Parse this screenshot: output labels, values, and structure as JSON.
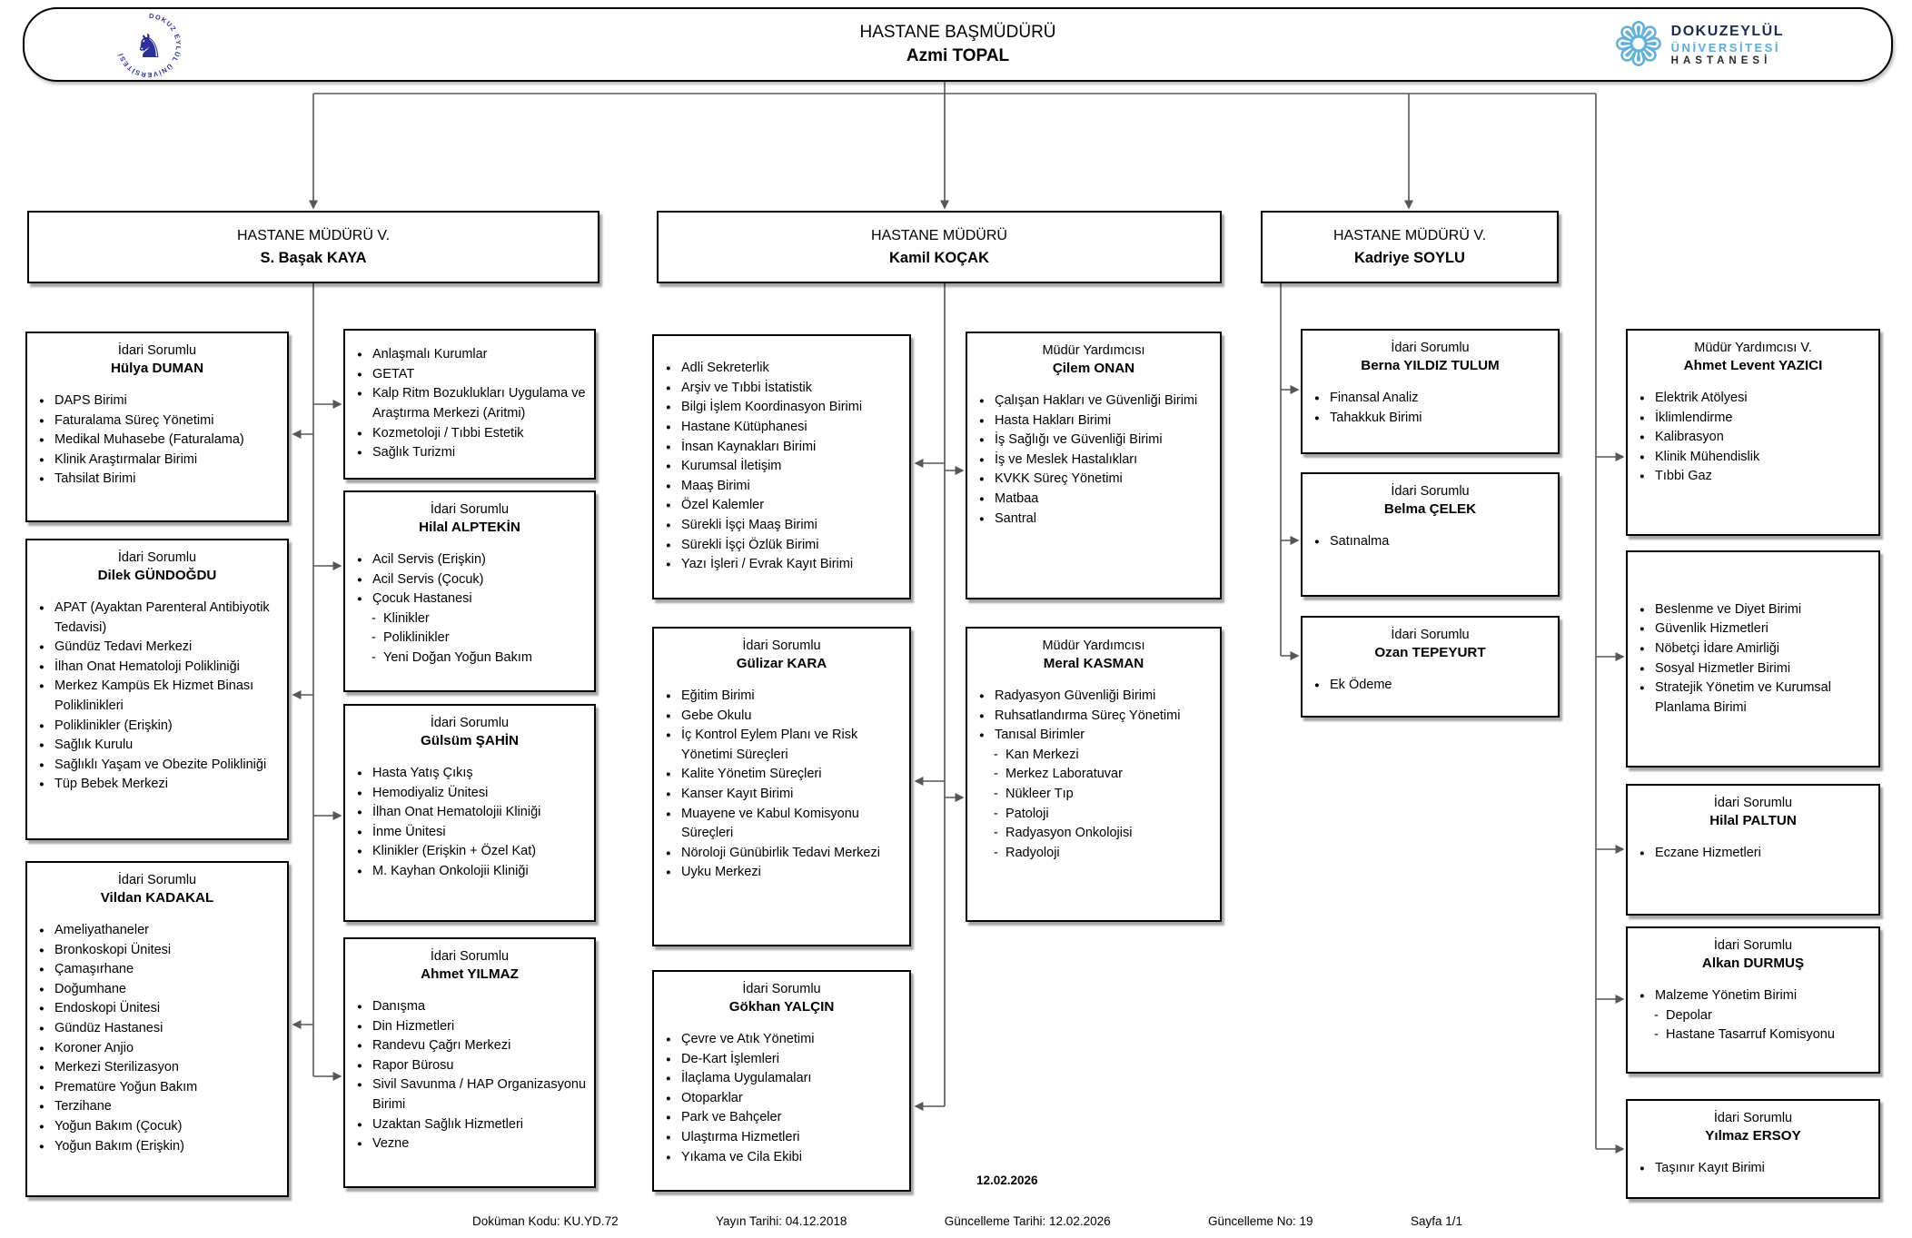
{
  "page": {
    "title_role": "HASTANE BAŞMÜDÜRÜ",
    "title_name": "Azmi TOPAL",
    "date_stamp": "12.02.2026"
  },
  "icons": {
    "horse": "♞",
    "rosette": "❁"
  },
  "logos": {
    "left": {
      "ring_text": "DOKUZ EYLÜL ÜNİVERSİTESİ",
      "color": "#2d2f9d"
    },
    "right": {
      "line1": "DOKUZEYLÜL",
      "line2": "ÜNİVERSİTESİ",
      "line3": "HASTANESİ",
      "flower_color": "#62b1dc",
      "dark_color": "#1d2d52"
    }
  },
  "org": {
    "directors": [
      {
        "role": "HASTANE MÜDÜRÜ V.",
        "name": "S. Başak KAYA"
      },
      {
        "role": "HASTANE MÜDÜRÜ",
        "name": "Kamil KOÇAK"
      },
      {
        "role": "HASTANE MÜDÜRÜ V.",
        "name": "Kadriye SOYLU"
      }
    ],
    "units": [
      {
        "id": "a1",
        "role": "İdari Sorumlu",
        "name": "Hülya DUMAN",
        "items": [
          {
            "t": "DAPS Birimi"
          },
          {
            "t": "Faturalama Süreç Yönetimi"
          },
          {
            "t": "Medikal Muhasebe (Faturalama)"
          },
          {
            "t": "Klinik Araştırmalar Birimi"
          },
          {
            "t": "Tahsilat Birimi"
          }
        ]
      },
      {
        "id": "a2",
        "role": "İdari Sorumlu",
        "name": "Dilek GÜNDOĞDU",
        "items": [
          {
            "t": "APAT (Ayaktan Parenteral Antibiyotik Tedavisi)"
          },
          {
            "t": "Gündüz Tedavi Merkezi"
          },
          {
            "t": "İlhan Onat Hematoloji Polikliniği"
          },
          {
            "t": "Merkez Kampüs Ek Hizmet Binası Poliklinikleri"
          },
          {
            "t": "Poliklinikler (Erişkin)"
          },
          {
            "t": "Sağlık Kurulu"
          },
          {
            "t": "Sağlıklı Yaşam ve Obezite Polikliniği"
          },
          {
            "t": "Tüp Bebek Merkezi"
          }
        ]
      },
      {
        "id": "a3",
        "role": "İdari Sorumlu",
        "name": "Vildan KADAKAL",
        "items": [
          {
            "t": "Ameliyathaneler"
          },
          {
            "t": "Bronkoskopi Ünitesi"
          },
          {
            "t": "Çamaşırhane"
          },
          {
            "t": "Doğumhane"
          },
          {
            "t": "Endoskopi Ünitesi"
          },
          {
            "t": "Gündüz Hastanesi"
          },
          {
            "t": "Koroner Anjio"
          },
          {
            "t": "Merkezi Sterilizasyon"
          },
          {
            "t": "Prematüre Yoğun Bakım"
          },
          {
            "t": "Terzihane"
          },
          {
            "t": "Yoğun Bakım (Çocuk)"
          },
          {
            "t": "Yoğun Bakım (Erişkin)"
          }
        ]
      },
      {
        "id": "b1",
        "role": "",
        "name": "",
        "items": [
          {
            "t": "Anlaşmalı Kurumlar"
          },
          {
            "t": "GETAT"
          },
          {
            "t": "Kalp Ritm Bozuklukları Uygulama ve Araştırma Merkezi (Aritmi)"
          },
          {
            "t": "Kozmetoloji / Tıbbi Estetik"
          },
          {
            "t": "Sağlık Turizmi"
          }
        ]
      },
      {
        "id": "b2",
        "role": "İdari Sorumlu",
        "name": "Hilal ALPTEKİN",
        "items": [
          {
            "t": "Acil Servis (Erişkin)"
          },
          {
            "t": "Acil Servis (Çocuk)"
          },
          {
            "t": "Çocuk Hastanesi"
          },
          {
            "t": "Klinikler",
            "sub": true
          },
          {
            "t": "Poliklinikler",
            "sub": true
          },
          {
            "t": "Yeni Doğan Yoğun Bakım",
            "sub": true
          }
        ]
      },
      {
        "id": "b3",
        "role": "İdari Sorumlu",
        "name": "Gülsüm ŞAHİN",
        "items": [
          {
            "t": "Hasta Yatış Çıkış"
          },
          {
            "t": "Hemodiyaliz Ünitesi"
          },
          {
            "t": "İlhan Onat Hematolojii Kliniği"
          },
          {
            "t": "İnme Ünitesi"
          },
          {
            "t": "Klinikler (Erişkin + Özel Kat)"
          },
          {
            "t": "M. Kayhan Onkolojii Kliniği"
          }
        ]
      },
      {
        "id": "b4",
        "role": "İdari Sorumlu",
        "name": "Ahmet YILMAZ",
        "items": [
          {
            "t": "Danışma"
          },
          {
            "t": "Din Hizmetleri"
          },
          {
            "t": "Randevu Çağrı Merkezi"
          },
          {
            "t": "Rapor Bürosu"
          },
          {
            "t": "Sivil Savunma / HAP Organizasyonu Birimi"
          },
          {
            "t": "Uzaktan Sağlık Hizmetleri"
          },
          {
            "t": "Vezne"
          }
        ]
      },
      {
        "id": "c1",
        "role": "",
        "name": "",
        "items": [
          {
            "t": "Adli Sekreterlik"
          },
          {
            "t": "Arşiv ve Tıbbi İstatistik"
          },
          {
            "t": "Bilgi İşlem Koordinasyon Birimi"
          },
          {
            "t": "Hastane Kütüphanesi"
          },
          {
            "t": "İnsan Kaynakları Birimi"
          },
          {
            "t": "Kurumsal İletişim"
          },
          {
            "t": "Maaş Birimi"
          },
          {
            "t": "Özel Kalemler"
          },
          {
            "t": "Sürekli İşçi Maaş Birimi"
          },
          {
            "t": "Sürekli İşçi Özlük Birimi"
          },
          {
            "t": "Yazı İşleri / Evrak Kayıt Birimi"
          }
        ]
      },
      {
        "id": "c2",
        "role": "İdari Sorumlu",
        "name": "Gülizar KARA",
        "items": [
          {
            "t": "Eğitim Birimi"
          },
          {
            "t": "Gebe Okulu"
          },
          {
            "t": "İç Kontrol Eylem Planı ve Risk Yönetimi Süreçleri"
          },
          {
            "t": "Kalite Yönetim Süreçleri"
          },
          {
            "t": "Kanser Kayıt Birimi"
          },
          {
            "t": "Muayene ve Kabul Komisyonu Süreçleri"
          },
          {
            "t": "Nöroloji Günübirlik Tedavi Merkezi"
          },
          {
            "t": "Uyku Merkezi"
          }
        ]
      },
      {
        "id": "c3",
        "role": "İdari Sorumlu",
        "name": "Gökhan YALÇIN",
        "items": [
          {
            "t": "Çevre ve Atık Yönetimi"
          },
          {
            "t": "De-Kart İşlemleri"
          },
          {
            "t": "İlaçlama Uygulamaları"
          },
          {
            "t": "Otoparklar"
          },
          {
            "t": "Park ve Bahçeler"
          },
          {
            "t": "Ulaştırma Hizmetleri"
          },
          {
            "t": "Yıkama ve Cila Ekibi"
          }
        ]
      },
      {
        "id": "d1",
        "role": "Müdür Yardımcısı",
        "name": "Çilem ONAN",
        "items": [
          {
            "t": "Çalışan Hakları ve Güvenliği Birimi"
          },
          {
            "t": "Hasta Hakları Birimi"
          },
          {
            "t": "İş Sağlığı ve Güvenliği Birimi"
          },
          {
            "t": "İş ve Meslek Hastalıkları"
          },
          {
            "t": "KVKK Süreç Yönetimi"
          },
          {
            "t": "Matbaa"
          },
          {
            "t": "Santral"
          }
        ]
      },
      {
        "id": "d2",
        "role": "Müdür Yardımcısı",
        "name": "Meral KASMAN",
        "items": [
          {
            "t": "Radyasyon Güvenliği Birimi"
          },
          {
            "t": "Ruhsatlandırma Süreç Yönetimi"
          },
          {
            "t": "Tanısal Birimler"
          },
          {
            "t": "Kan Merkezi",
            "sub": true
          },
          {
            "t": "Merkez Laboratuvar",
            "sub": true
          },
          {
            "t": "Nükleer Tıp",
            "sub": true
          },
          {
            "t": "Patoloji",
            "sub": true
          },
          {
            "t": "Radyasyon Onkolojisi",
            "sub": true
          },
          {
            "t": "Radyoloji",
            "sub": true
          }
        ]
      },
      {
        "id": "e1",
        "role": "İdari Sorumlu",
        "name": "Berna YILDIZ TULUM",
        "items": [
          {
            "t": "Finansal Analiz"
          },
          {
            "t": "Tahakkuk Birimi"
          }
        ]
      },
      {
        "id": "e2",
        "role": "İdari Sorumlu",
        "name": "Belma ÇELEK",
        "items": [
          {
            "t": "Satınalma"
          }
        ]
      },
      {
        "id": "e3",
        "role": "İdari Sorumlu",
        "name": "Ozan TEPEYURT",
        "items": [
          {
            "t": "Ek Ödeme"
          }
        ]
      },
      {
        "id": "f1",
        "role": "Müdür Yardımcısı V.",
        "name": "Ahmet Levent YAZICI",
        "items": [
          {
            "t": "Elektrik Atölyesi"
          },
          {
            "t": "İklimlendirme"
          },
          {
            "t": "Kalibrasyon"
          },
          {
            "t": "Klinik Mühendislik"
          },
          {
            "t": "Tıbbi Gaz"
          }
        ]
      },
      {
        "id": "f2",
        "role": "",
        "name": "",
        "items": [
          {
            "t": "Beslenme ve Diyet Birimi"
          },
          {
            "t": "Güvenlik Hizmetleri"
          },
          {
            "t": "Nöbetçi İdare Amirliği"
          },
          {
            "t": "Sosyal Hizmetler Birimi"
          },
          {
            "t": "Stratejik Yönetim ve Kurumsal Planlama Birimi"
          }
        ]
      },
      {
        "id": "f3",
        "role": "İdari Sorumlu",
        "name": "Hilal PALTUN",
        "items": [
          {
            "t": "Eczane Hizmetleri"
          }
        ]
      },
      {
        "id": "f4",
        "role": "İdari Sorumlu",
        "name": "Alkan DURMUŞ",
        "items": [
          {
            "t": "Malzeme Yönetim Birimi"
          },
          {
            "t": "Depolar",
            "sub": true
          },
          {
            "t": "Hastane Tasarruf Komisyonu",
            "sub": true
          }
        ]
      },
      {
        "id": "f5",
        "role": "İdari Sorumlu",
        "name": "Yılmaz ERSOY",
        "items": [
          {
            "t": "Taşınır Kayıt Birimi"
          }
        ]
      }
    ]
  },
  "footer": {
    "items": [
      "Doküman Kodu: KU.YD.72",
      "Yayın Tarihi: 04.12.2018",
      "Güncelleme Tarihi: 12.02.2026",
      "Güncelleme No: 19",
      "Sayfa 1/1"
    ]
  },
  "colors": {
    "connector": "#57575a",
    "box_border": "#000000",
    "emblem_blue": "#2d2f9d",
    "hospital_light_blue": "#62b1dc"
  }
}
